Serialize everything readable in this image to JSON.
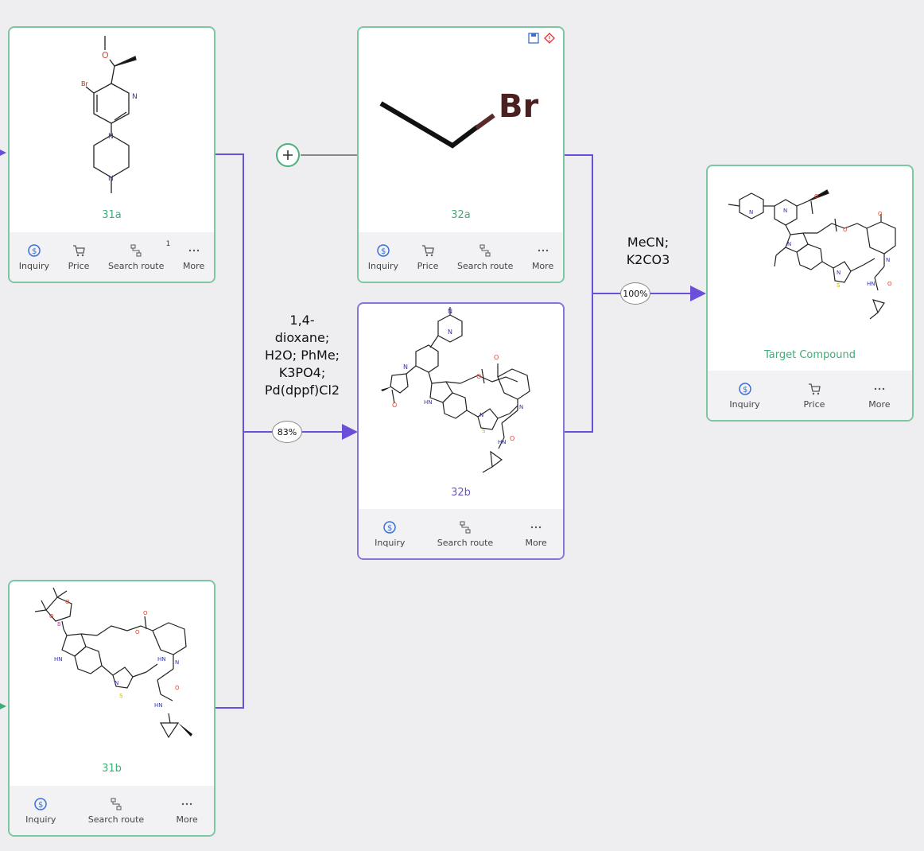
{
  "nodes": {
    "n31a": {
      "label": "31a",
      "actions": {
        "inquiry": "Inquiry",
        "price": "Price",
        "search_route": "Search route",
        "search_badge": "1",
        "more": "More"
      }
    },
    "n32a": {
      "label": "32a",
      "atom": "Br",
      "actions": {
        "inquiry": "Inquiry",
        "price": "Price",
        "search_route": "Search route",
        "more": "More"
      }
    },
    "n32b": {
      "label": "32b",
      "actions": {
        "inquiry": "Inquiry",
        "search_route": "Search route",
        "more": "More"
      }
    },
    "n31b": {
      "label": "31b",
      "actions": {
        "inquiry": "Inquiry",
        "search_route": "Search route",
        "more": "More"
      }
    },
    "target": {
      "label": "Target Compound",
      "actions": {
        "inquiry": "Inquiry",
        "price": "Price",
        "more": "More"
      }
    }
  },
  "reactions": {
    "r1": {
      "lines": [
        "1,4-",
        "dioxane;",
        "H2O; PhMe;",
        "K3PO4;",
        "Pd(dppf)Cl2"
      ],
      "yield": "83%"
    },
    "r2": {
      "lines": [
        "MeCN;",
        "K2CO3"
      ],
      "yield": "100%"
    }
  },
  "colors": {
    "green": "#3cae76",
    "purple": "#6b55c9",
    "arrow": "#6a4fd8",
    "background": "#eeeef0"
  }
}
